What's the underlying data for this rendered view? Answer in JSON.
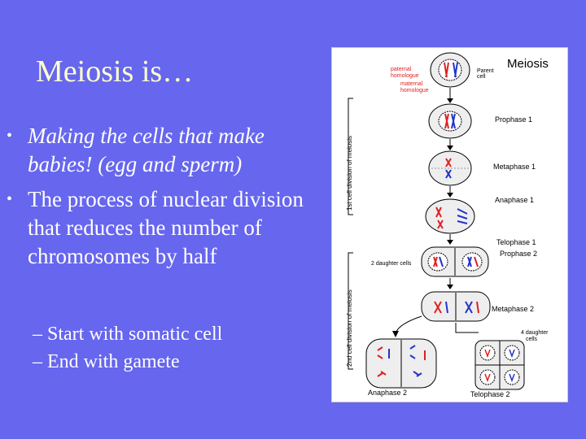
{
  "slide": {
    "title": "Meiosis is…",
    "bullets": [
      {
        "text": "Making the cells that make babies!  (egg and sperm)",
        "italic": true
      },
      {
        "text": "The process of nuclear division that reduces the number of chromosomes by half",
        "italic": false
      }
    ],
    "sub_bullets": [
      "– Start with somatic cell",
      "– End with gamete"
    ]
  },
  "figure": {
    "heading": "Meiosis",
    "paternal_label": [
      "paternal",
      "homologue"
    ],
    "maternal_label": [
      "maternal",
      "homologue"
    ],
    "parent_label": [
      "Parent",
      "cell"
    ],
    "side_label_1": "1st cell division of meiosis",
    "side_label_2": "2nd cell division of meiosis",
    "phases": {
      "prophase1": "Prophase 1",
      "metaphase1": "Metaphase 1",
      "anaphase1": "Anaphase 1",
      "telophase1": "Telophase 1",
      "prophase2": "Prophase 2",
      "metaphase2": "Metaphase 2",
      "anaphase2": "Anaphase 2",
      "telophase2": "Telophase 2"
    },
    "two_daughter": "2 daughter cells",
    "four_daughter": [
      "4 daughter",
      "cells"
    ],
    "colors": {
      "paternal": "#dd2222",
      "maternal": "#2233cc"
    }
  }
}
